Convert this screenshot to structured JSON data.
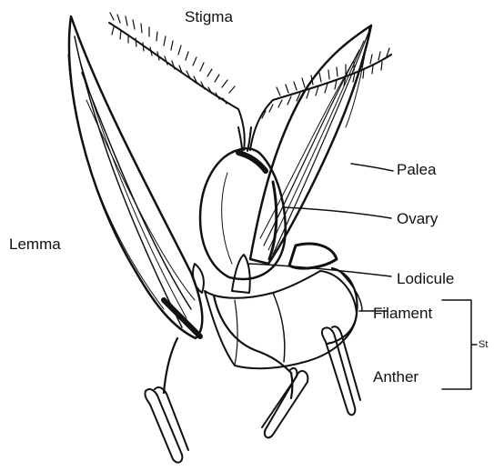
{
  "labels": {
    "stigma": "Stigma",
    "palea": "Palea",
    "ovary": "Ovary",
    "lemma": "Lemma",
    "lodicule": "Lodicule",
    "filament": "Filament",
    "anther": "Anther",
    "stamen_cut": "St"
  },
  "colors": {
    "ink": "#111111",
    "background": "#ffffff"
  }
}
